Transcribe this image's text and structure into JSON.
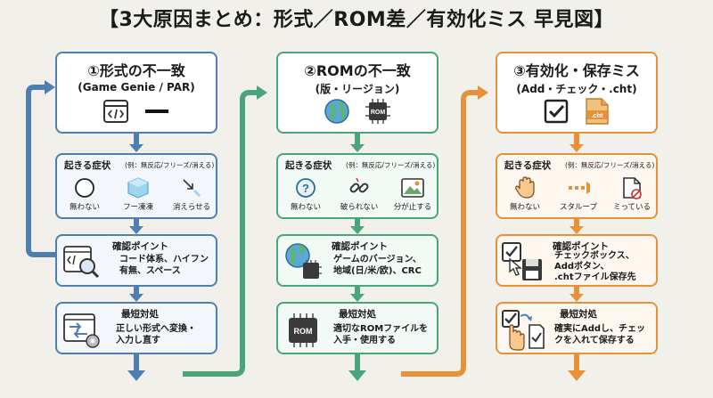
{
  "title": "【3大原因まとめ：形式／ROM差／有効化ミス 早見図】",
  "columns": [
    {
      "head_title": "①形式の不一致",
      "head_sub": "(Game Genie / PAR)",
      "symptoms_label": "起きる症状",
      "symptoms_example": "(例：無反応/フリーズ/消える)",
      "symptoms": [
        "無わない",
        "フー凍凍",
        "消えらせる"
      ],
      "check_label": "確認ポイント",
      "check_lines": [
        "コード体系、ハイフン",
        "有無、スペース"
      ],
      "fix_label": "最短対処",
      "fix_lines": [
        "正しい形式へ変換・",
        "入力し直す"
      ]
    },
    {
      "head_title": "②ROMの不一致",
      "head_sub": "(版・リージョン)",
      "rom_text": "ROM",
      "symptoms_label": "起きる症状",
      "symptoms_example": "(例：無反応/フリーズ/消える)",
      "symptoms": [
        "無わない",
        "破られない",
        "分が止する"
      ],
      "check_label": "確認ポイント",
      "check_lines": [
        "ゲームのバージョン、",
        "地域(日/米/欧)、CRC"
      ],
      "fix_label": "最短対処",
      "fix_lines": [
        "適切なROMファイルを",
        "入手・使用する"
      ]
    },
    {
      "head_title": "③有効化・保存ミス",
      "head_sub": "(Add・チェック・.cht)",
      "cht_text": ".cht",
      "symptoms_label": "起きる症状",
      "symptoms_example": "(例：無反応/フリーズ/消える)",
      "symptoms": [
        "無わない",
        "スタループ",
        "ミっている"
      ],
      "check_label": "確認ポイント",
      "check_lines": [
        "チェックボックス、",
        "Addボタン、",
        ".chtファイル保存先"
      ],
      "fix_label": "最短対処",
      "fix_lines": [
        "確実にAddし、チェッ",
        "クを入れて保存する"
      ]
    }
  ],
  "colors": {
    "blue": "#4f7fb0",
    "green": "#4aa57a",
    "orange": "#e7913b"
  }
}
